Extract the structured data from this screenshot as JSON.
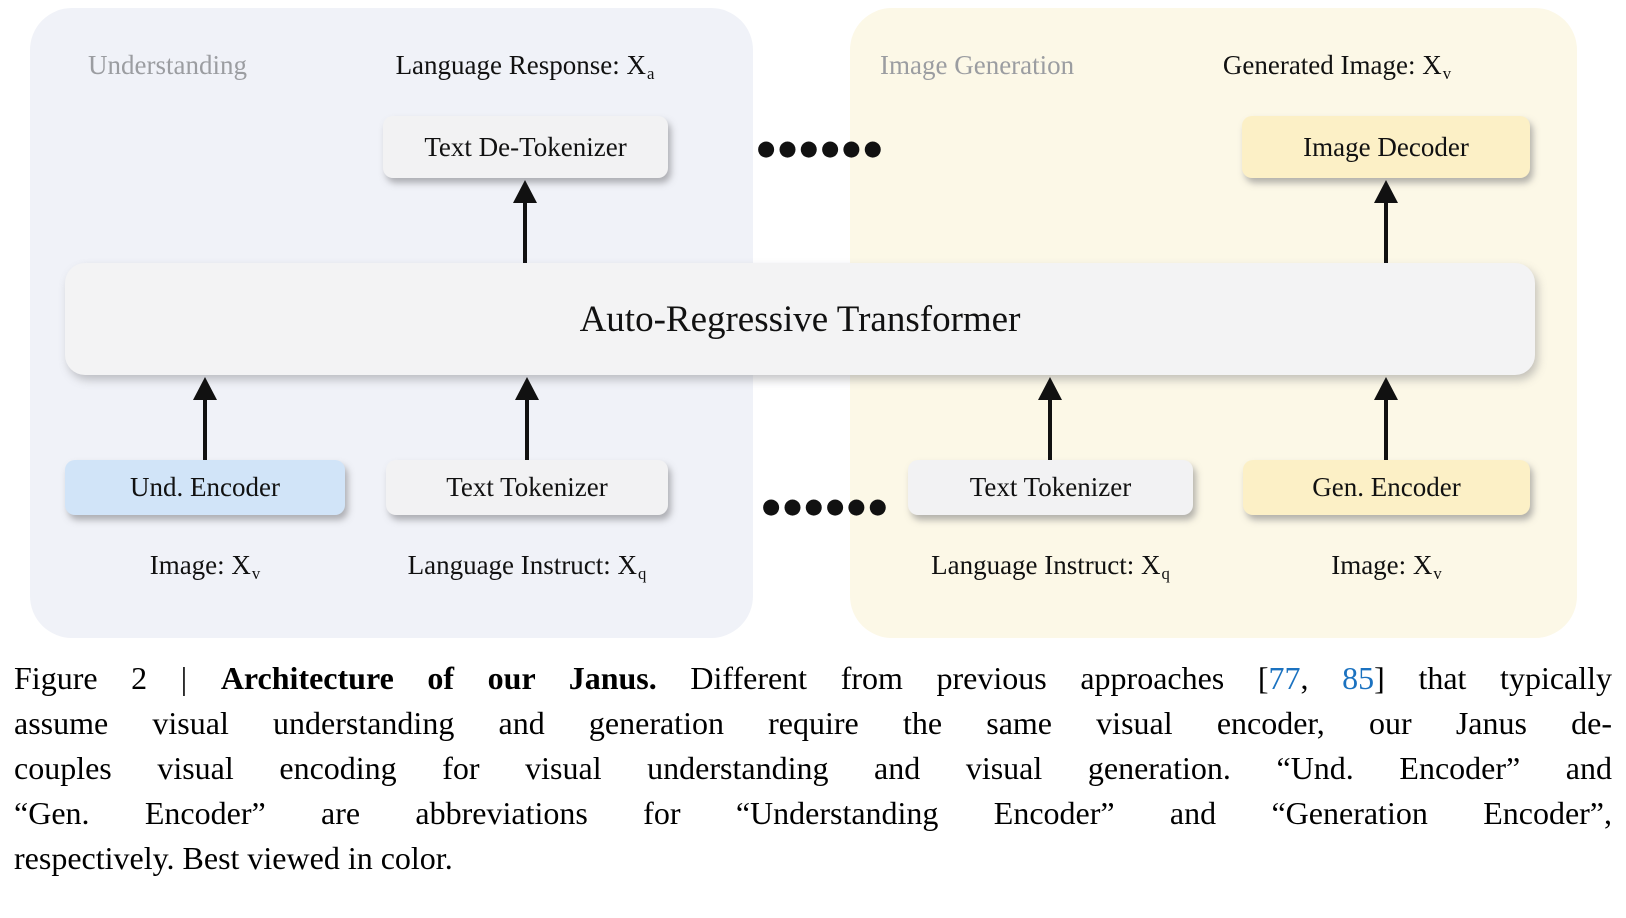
{
  "figure": {
    "understanding": {
      "section_label": "Understanding",
      "output_label": {
        "text": "Language Response: X",
        "sub": "a"
      },
      "text_detokenizer": "Text De-Tokenizer",
      "und_encoder": "Und. Encoder",
      "text_tokenizer": "Text Tokenizer",
      "image_input": {
        "text": "Image: X",
        "sub": "v"
      },
      "instruct_input": {
        "text": "Language Instruct: X",
        "sub": "q"
      }
    },
    "generation": {
      "section_label": "Image Generation",
      "output_label": {
        "text": "Generated Image: X",
        "sub": "v"
      },
      "image_decoder": "Image Decoder",
      "text_tokenizer": "Text Tokenizer",
      "gen_encoder": "Gen. Encoder",
      "instruct_input": {
        "text": "Language Instruct: X",
        "sub": "q"
      },
      "image_input": {
        "text": "Image: X",
        "sub": "v"
      }
    },
    "transformer": "Auto-Regressive Transformer",
    "ellipsis": "●●●●●●"
  },
  "caption": {
    "line1": {
      "prefix": "Figure 2 | ",
      "bold": "Architecture of our Janus.",
      "middle": " Different from previous approaches [",
      "cite1": "77",
      "separator": ", ",
      "cite2": "85",
      "suffix": "] that typically"
    },
    "line2": "assume visual understanding and generation require the same visual encoder, our Janus de-",
    "line3": "couples visual encoding for visual understanding and visual generation. “Und. Encoder” and",
    "line4": "“Gen. Encoder” are abbreviations for “Understanding Encoder” and “Generation Encoder”,",
    "line5": "respectively. Best viewed in color."
  },
  "colors": {
    "understanding_panel_bg": "#f0f2f8",
    "generation_panel_bg": "#fcf8e7",
    "und_encoder_bg": "#d1e4f8",
    "generation_box_bg": "#fcf0c6",
    "neutral_box_bg": "#f2f2f3",
    "transformer_box_bg": "#f3f3f4",
    "section_label_gray": "#9b9da1",
    "citation_blue": "#1b72c0"
  }
}
